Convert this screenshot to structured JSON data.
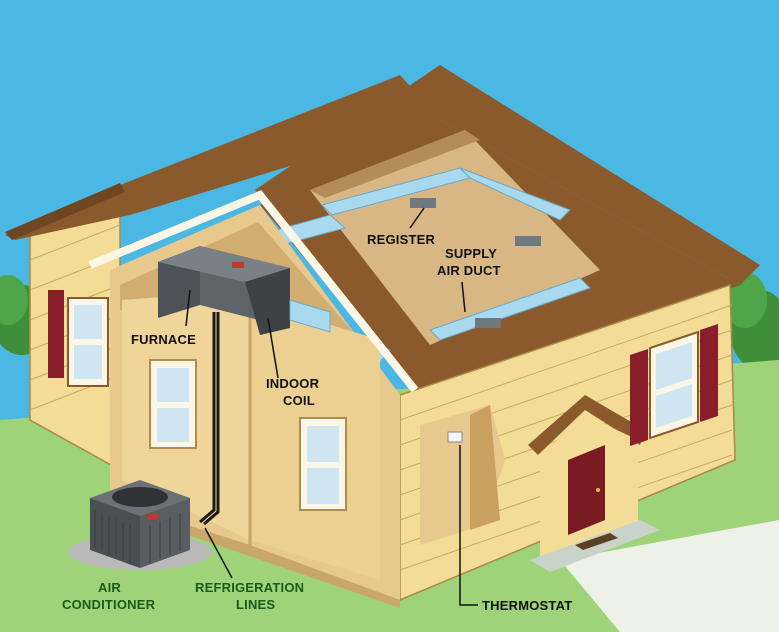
{
  "colors": {
    "sky": "#4bb7e3",
    "grass": "#9fd37a",
    "roof": "#8a5a2c",
    "siding": "#f3dc96",
    "trim": "#fbf6e6",
    "duct": "#a9d9ee",
    "shutter": "#8a1f2b",
    "door": "#7a1a22",
    "unit": "#555b60"
  },
  "labels": {
    "register": "REGISTER",
    "supply_air_duct_1": "SUPPLY",
    "supply_air_duct_2": "AIR DUCT",
    "furnace": "FURNACE",
    "indoor_coil_1": "INDOOR",
    "indoor_coil_2": "COIL",
    "air_conditioner_1": "AIR",
    "air_conditioner_2": "CONDITIONER",
    "refrigeration_lines_1": "REFRIGERATION",
    "refrigeration_lines_2": "LINES",
    "thermostat": "THERMOSTAT"
  }
}
